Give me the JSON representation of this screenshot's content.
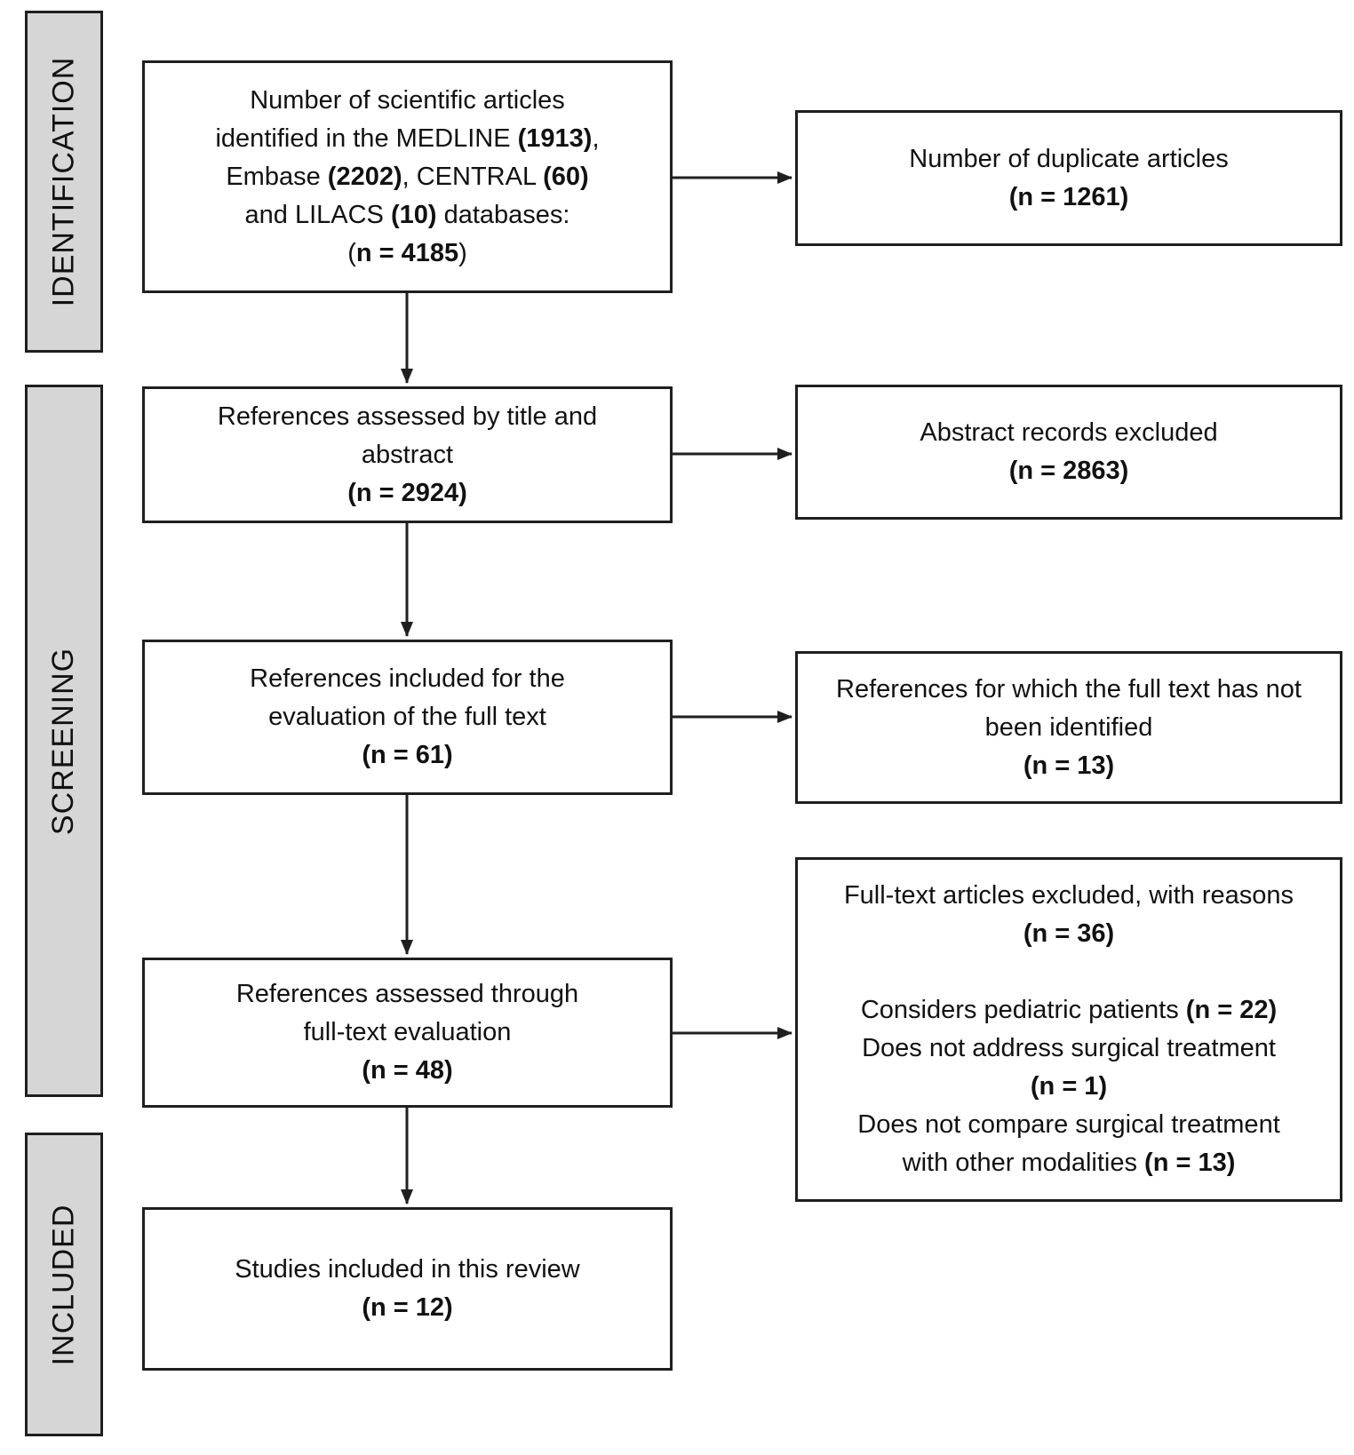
{
  "colors": {
    "stage_fill": "#d6d6d6",
    "box_fill": "#ffffff",
    "border": "#1f1f1f",
    "text": "#111111"
  },
  "stages": [
    {
      "label": "IDENTIFICATION"
    },
    {
      "label": "SCREENING"
    },
    {
      "label": "INCLUDED"
    }
  ],
  "boxes": {
    "records_identified": {
      "lines": [
        [
          {
            "text": "Number of scientific articles",
            "bold": false
          }
        ],
        [
          {
            "text": "identified in the MEDLINE ",
            "bold": false
          },
          {
            "text": "(1913)",
            "bold": true
          },
          {
            "text": ",",
            "bold": false
          }
        ],
        [
          {
            "text": "Embase ",
            "bold": false
          },
          {
            "text": "(2202)",
            "bold": true
          },
          {
            "text": ", CENTRAL ",
            "bold": false
          },
          {
            "text": "(60)",
            "bold": true
          }
        ],
        [
          {
            "text": "and LILACS ",
            "bold": false
          },
          {
            "text": "(10)",
            "bold": true
          },
          {
            "text": " databases:",
            "bold": false
          }
        ],
        [
          {
            "text": "(",
            "bold": false
          },
          {
            "text": "n = 4185",
            "bold": true
          },
          {
            "text": ")",
            "bold": false
          }
        ]
      ]
    },
    "title_abstract": {
      "lines": [
        [
          {
            "text": "References assessed by title and",
            "bold": false
          }
        ],
        [
          {
            "text": "abstract",
            "bold": false
          }
        ],
        [
          {
            "text": "(n = 2924)",
            "bold": true
          }
        ]
      ]
    },
    "fulltext_eligibility": {
      "lines": [
        [
          {
            "text": "References included for the",
            "bold": false
          }
        ],
        [
          {
            "text": "evaluation of the full text",
            "bold": false
          }
        ],
        [
          {
            "text": "(n = 61)",
            "bold": true
          }
        ]
      ]
    },
    "fulltext_assessed": {
      "lines": [
        [
          {
            "text": "References assessed through",
            "bold": false
          }
        ],
        [
          {
            "text": "full-text evaluation",
            "bold": false
          }
        ],
        [
          {
            "text": "(n = 48)",
            "bold": true
          }
        ]
      ]
    },
    "studies_included": {
      "lines": [
        [
          {
            "text": "Studies included in this review",
            "bold": false
          }
        ],
        [
          {
            "text": "(n = 12)",
            "bold": true
          }
        ]
      ]
    },
    "duplicates": {
      "lines": [
        [
          {
            "text": "Number of duplicate articles",
            "bold": false
          }
        ],
        [
          {
            "text": "(n = 1261)",
            "bold": true
          }
        ]
      ]
    },
    "abstracts_excluded": {
      "lines": [
        [
          {
            "text": "Abstract records excluded",
            "bold": false
          }
        ],
        [
          {
            "text": "(n = 2863)",
            "bold": true
          }
        ]
      ]
    },
    "fulltext_not_identified": {
      "lines": [
        [
          {
            "text": "References for which the full text has not",
            "bold": false
          }
        ],
        [
          {
            "text": "been identified",
            "bold": false
          }
        ],
        [
          {
            "text": "(n = 13)",
            "bold": true
          }
        ]
      ]
    },
    "fulltext_excluded": {
      "lines": [
        [
          {
            "text": "Full-text articles excluded, with reasons",
            "bold": false
          }
        ],
        [
          {
            "text": "(n = 36)",
            "bold": true
          }
        ],
        [],
        [
          {
            "text": "Considers pediatric patients ",
            "bold": false
          },
          {
            "text": "(n = 22)",
            "bold": true
          }
        ],
        [
          {
            "text": "Does not address surgical treatment",
            "bold": false
          }
        ],
        [
          {
            "text": "(n = 1)",
            "bold": true
          }
        ],
        [
          {
            "text": "Does not compare surgical treatment",
            "bold": false
          }
        ],
        [
          {
            "text": "with other modalities ",
            "bold": false
          },
          {
            "text": "(n = 13)",
            "bold": true
          }
        ]
      ]
    }
  }
}
